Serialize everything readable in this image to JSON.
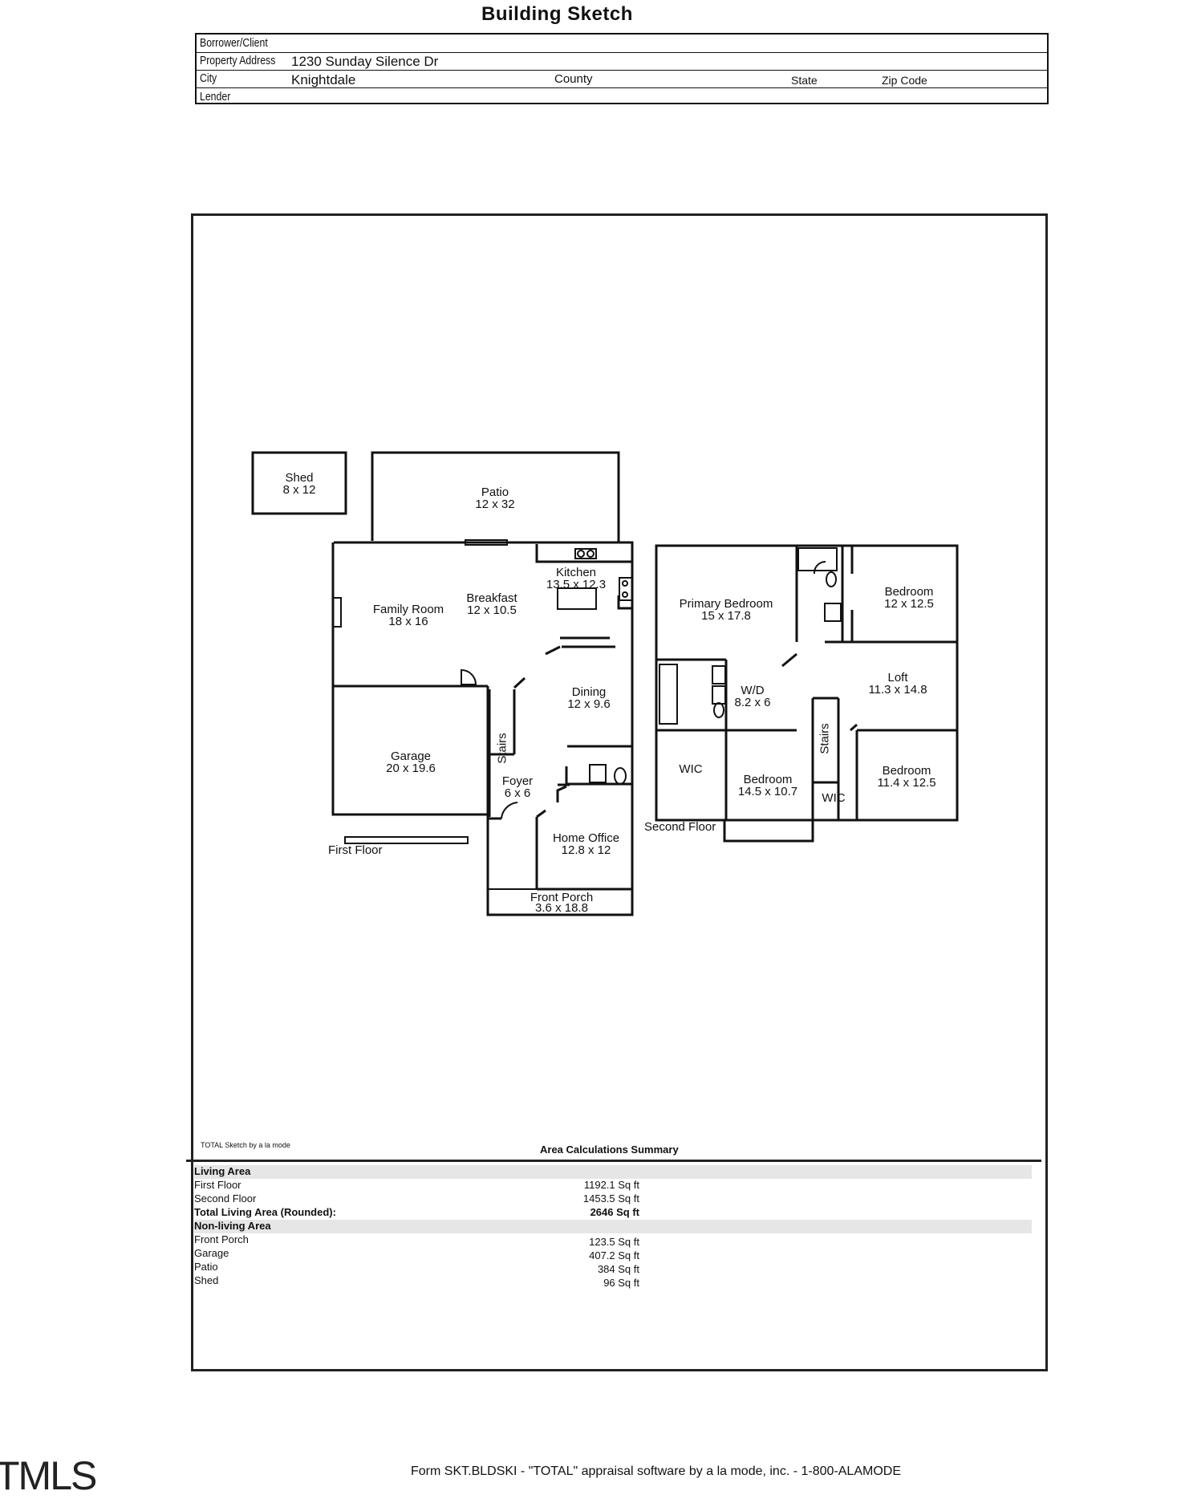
{
  "title": "Building Sketch",
  "header": {
    "borrower_label": "Borrower/Client",
    "address_label": "Property Address",
    "address_value": "1230 Sunday Silence Dr",
    "city_label": "City",
    "city_value": "Knightdale",
    "county_label": "County",
    "state_label": "State",
    "zip_label": "Zip Code",
    "lender_label": "Lender"
  },
  "rooms": {
    "shed": {
      "name": "Shed",
      "dims": "8 x 12"
    },
    "patio": {
      "name": "Patio",
      "dims": "12 x 32"
    },
    "kitchen": {
      "name": "Kitchen",
      "dims": "13.5 x 12.3"
    },
    "breakfast": {
      "name": "Breakfast",
      "dims": "12 x 10.5"
    },
    "family": {
      "name": "Family Room",
      "dims": "18 x 16"
    },
    "garage": {
      "name": "Garage",
      "dims": "20 x 19.6"
    },
    "dining": {
      "name": "Dining",
      "dims": "12 x 9.6"
    },
    "stairs1": "Stairs",
    "foyer": {
      "name": "Foyer",
      "dims": "6 x 6"
    },
    "office": {
      "name": "Home Office",
      "dims": "12.8 x 12"
    },
    "porch": {
      "name": "Front Porch",
      "dims": "3.6 x 18.8"
    },
    "primary": {
      "name": "Primary Bedroom",
      "dims": "15 x 17.8"
    },
    "bed2": {
      "name": "Bedroom",
      "dims": "12 x 12.5"
    },
    "loft": {
      "name": "Loft",
      "dims": "11.3 x 14.8"
    },
    "wd": {
      "name": "W/D",
      "dims": "8.2 x 6"
    },
    "wic1": "WIC",
    "bed3": {
      "name": "Bedroom",
      "dims": "14.5 x 10.7"
    },
    "stairs2": "Stairs",
    "wic2": "WIC",
    "bed4": {
      "name": "Bedroom",
      "dims": "11.4 x 12.5"
    }
  },
  "floors": {
    "first": "First Floor",
    "second": "Second Floor"
  },
  "summary": {
    "software_note": "TOTAL Sketch by a la mode",
    "title": "Area Calculations Summary",
    "living_header": "Living Area",
    "rows_living": [
      {
        "label": "First Floor",
        "value": "1192.1 Sq ft"
      },
      {
        "label": "Second Floor",
        "value": "1453.5 Sq ft"
      }
    ],
    "total_label": "Total Living Area (Rounded):",
    "total_value": "2646 Sq ft",
    "nonliving_header": "Non-living Area",
    "rows_nonliving": [
      {
        "label": "Front Porch",
        "value": "123.5 Sq ft"
      },
      {
        "label": "Garage",
        "value": "407.2 Sq ft"
      },
      {
        "label": "Patio",
        "value": "384 Sq ft"
      },
      {
        "label": "Shed",
        "value": "96 Sq ft"
      }
    ]
  },
  "footer": "Form SKT.BLDSKI - \"TOTAL\" appraisal software by a la mode, inc. - 1-800-ALAMODE",
  "watermark": "TMLS"
}
